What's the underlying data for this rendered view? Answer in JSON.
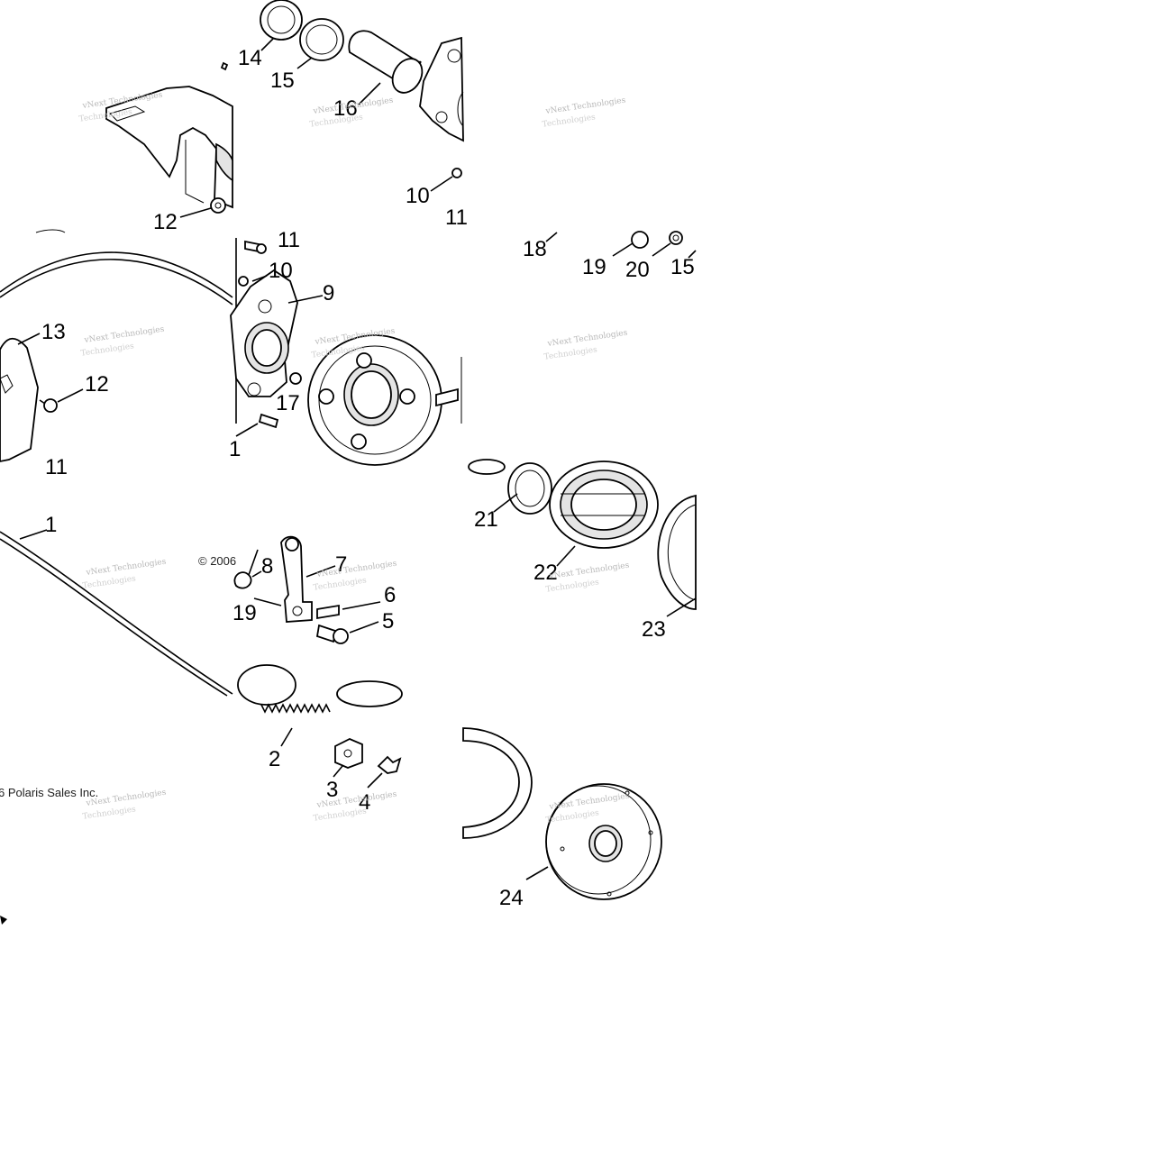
{
  "callouts": {
    "tile_r0_c0": [
      "12"
    ],
    "tile_r0_c1": [
      "14",
      "15",
      "16",
      "10",
      "11"
    ],
    "tile_r1_c0": [
      "13",
      "12",
      "11"
    ],
    "tile_r1_c1": [
      "11",
      "10",
      "9",
      "17",
      "1"
    ],
    "tile_r1_c2": [
      "18",
      "19",
      "20",
      "15"
    ],
    "tile_r2_c0": [
      "1"
    ],
    "tile_r2_c1": [
      "8",
      "7",
      "6",
      "5",
      "19"
    ],
    "tile_r2_c2": [
      "21",
      "22",
      "23"
    ],
    "tile_r3_c1": [
      "2",
      "3",
      "4"
    ],
    "tile_r3_c2": [
      "24"
    ]
  },
  "copyright_fragments": {
    "short": "© 2006",
    "long": "6 Polaris Sales Inc."
  },
  "watermark": {
    "line1": "vNext Technologies",
    "line2": "Technologies"
  }
}
